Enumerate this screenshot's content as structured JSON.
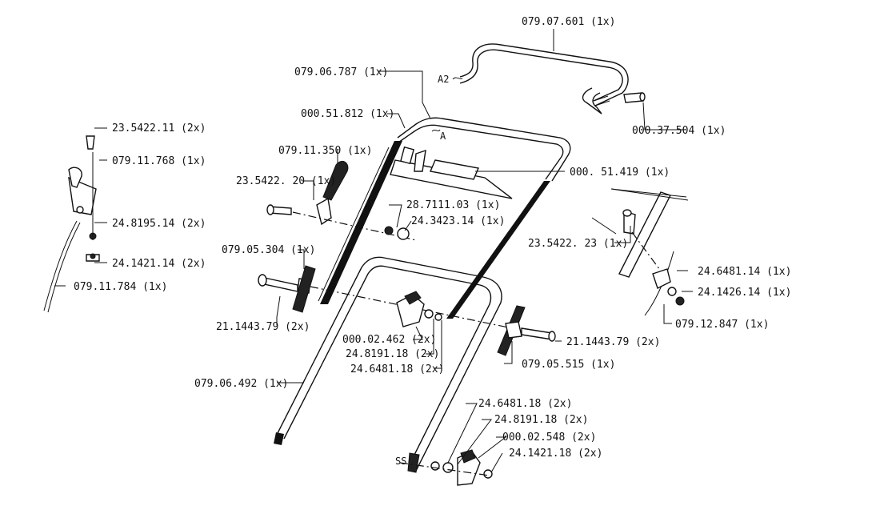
{
  "callouts": [
    {
      "id": "c01",
      "text": "079.07.601  (1x)"
    },
    {
      "id": "c02",
      "text": "079.06.787  (1x)"
    },
    {
      "id": "c03",
      "text": "000.51.812  (1x)"
    },
    {
      "id": "c04",
      "text": "000.37.504  (1x)"
    },
    {
      "id": "c05",
      "text": "23.5422.11  (2x)"
    },
    {
      "id": "c06",
      "text": "079.11.768  (1x)"
    },
    {
      "id": "c07",
      "text": "079.11.350  (1x)"
    },
    {
      "id": "c08",
      "text": "000. 51.419  (1x)"
    },
    {
      "id": "c09",
      "text": "23.5422. 20  (1x)"
    },
    {
      "id": "c10",
      "text": "28.7111.03  (1x)"
    },
    {
      "id": "c11",
      "text": "24.3423.14  (1x)"
    },
    {
      "id": "c12",
      "text": "24.8195.14  (2x)"
    },
    {
      "id": "c13",
      "text": "24.1421.14  (2x)"
    },
    {
      "id": "c14",
      "text": "079.11.784  (1x)"
    },
    {
      "id": "c15",
      "text": "079.05.304  (1x)"
    },
    {
      "id": "c16",
      "text": "23.5422. 23  (1x)"
    },
    {
      "id": "c17",
      "text": "24.6481.14  (1x)"
    },
    {
      "id": "c18",
      "text": "24.1426.14  (1x)"
    },
    {
      "id": "c19",
      "text": "079.12.847  (1x)"
    },
    {
      "id": "c20",
      "text": "21.1443.79  (2x)"
    },
    {
      "id": "c21",
      "text": "000.02.462  (2x)"
    },
    {
      "id": "c22",
      "text": "24.8191.18  (2x)"
    },
    {
      "id": "c23",
      "text": "24.6481.18  (2x)"
    },
    {
      "id": "c24",
      "text": "21.1443.79  (2x)"
    },
    {
      "id": "c25",
      "text": "079.05.515  (1x)"
    },
    {
      "id": "c26",
      "text": "079.06.492  (1x)"
    },
    {
      "id": "c27",
      "text": "24.6481.18  (2x)"
    },
    {
      "id": "c28",
      "text": "24.8191.18  (2x)"
    },
    {
      "id": "c29",
      "text": "000.02.548  (2x)"
    },
    {
      "id": "c30",
      "text": "24.1421.18  (2x)"
    }
  ],
  "markers": {
    "a2": "A2",
    "a": "A",
    "ss": "SS"
  }
}
